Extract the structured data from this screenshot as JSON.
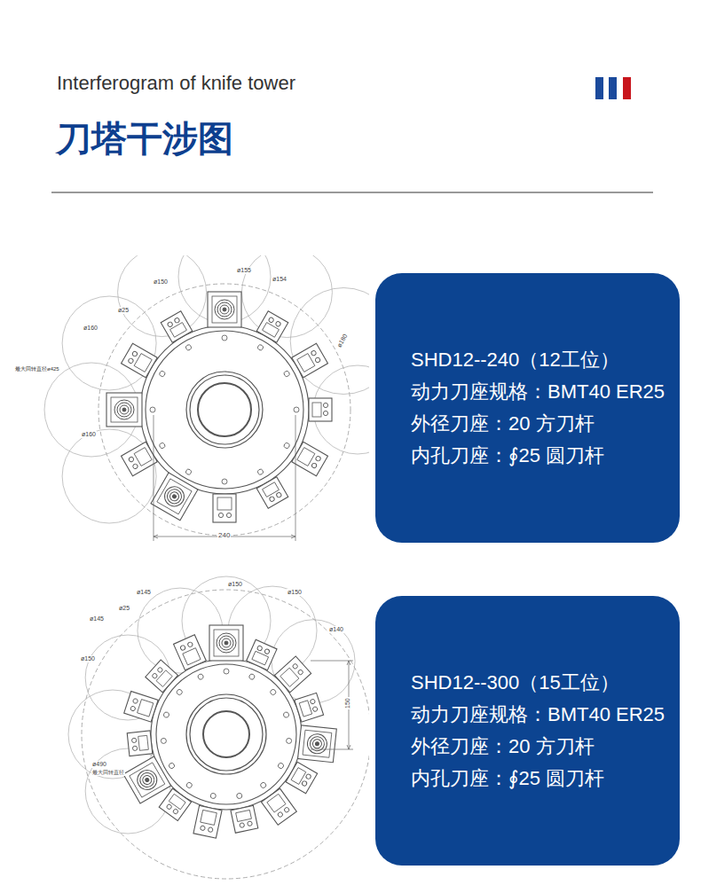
{
  "diagram": {
    "title": "刀塔干涉图",
    "nodes": [
      {
        "text": [
          "SHD12--240（12工位）",
          "动力刀座规格：BMT40  ER25",
          "外径刀座：20 方刀杆",
          "内孔刀座：∮25 圆刀杆"
        ]
      },
      {
        "text": [
          "SHD12--300（15工位）",
          "动力刀座规格：BMT40  ER25",
          "外径刀座：20 方刀杆",
          "内孔刀座：∮25 圆刀杆"
        ]
      }
    ],
    "labels": [
      "Interferogram of knife tower",
      "ø150",
      "ø155",
      "ø154",
      "ø25",
      "ø160",
      "最大回转直径ø425",
      "ø180",
      "ø160",
      "240",
      "ø145",
      "ø150",
      "ø150",
      "ø25",
      "ø145",
      "ø140",
      "ø150",
      "150",
      "ø490",
      "最大回转直径"
    ]
  }
}
